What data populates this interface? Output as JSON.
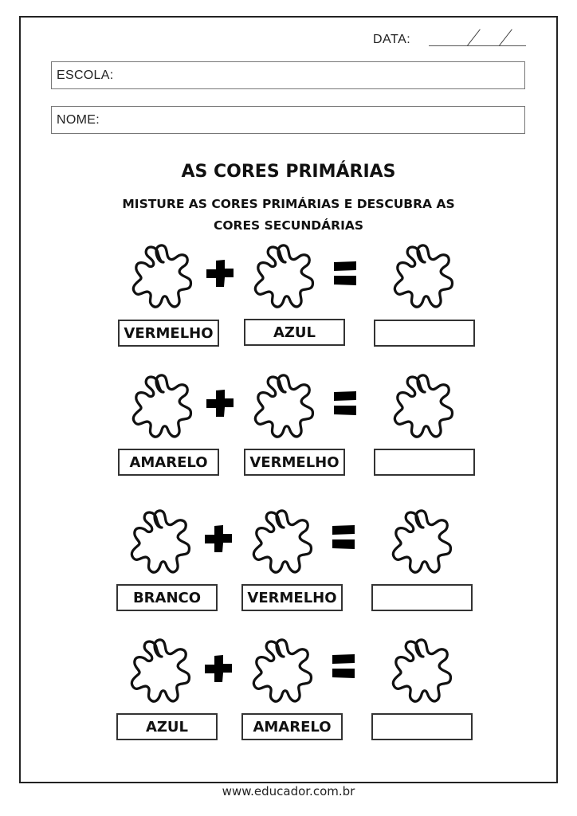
{
  "header": {
    "date_label": "DATA:",
    "school_label": "ESCOLA:",
    "name_label": "NOME:"
  },
  "worksheet": {
    "title": "AS CORES PRIMÁRIAS",
    "instruction_line1": "MISTURE AS CORES PRIMÁRIAS E DESCUBRA AS",
    "instruction_line2": "CORES SECUNDÁRIAS",
    "operators": {
      "plus": "plus-icon",
      "equals": "equals-icon"
    },
    "splat_icon": "paint-splat-outline-icon",
    "rows": [
      {
        "color_a": "VERMELHO",
        "color_b": "AZUL",
        "result": ""
      },
      {
        "color_a": "AMARELO",
        "color_b": "VERMELHO",
        "result": ""
      },
      {
        "color_a": "BRANCO",
        "color_b": "VERMELHO",
        "result": ""
      },
      {
        "color_a": "AZUL",
        "color_b": "AMARELO",
        "result": ""
      }
    ]
  },
  "footer": {
    "website": "www.educador.com.br"
  }
}
